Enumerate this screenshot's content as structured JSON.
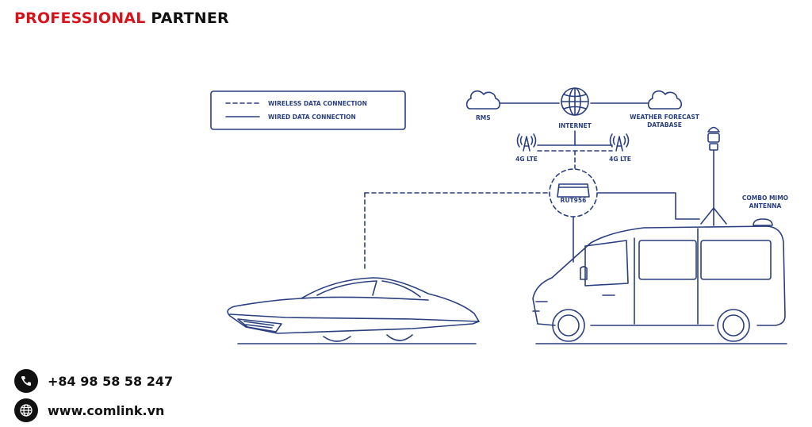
{
  "brand": {
    "accent": "PROFESSIONAL",
    "rest": "PARTNER"
  },
  "legend": {
    "wireless": "WIRELESS DATA CONNECTION",
    "wired": "WIRED DATA CONNECTION"
  },
  "nodes": {
    "rms": "RMS",
    "internet": "INTERNET",
    "weather_line1": "WEATHER FORECAST",
    "weather_line2": "DATABASE",
    "lte_left": "4G LTE",
    "lte_right": "4G LTE",
    "router": "RUT956",
    "antenna_line1": "COMBO MIMO",
    "antenna_line2": "ANTENNA"
  },
  "contact": {
    "phone": "+84 98 58 58 247",
    "website": "www.comlink.vn"
  },
  "colors": {
    "brand_red": "#d7131b",
    "line_blue": "#2a3f7f",
    "text_dark": "#111111"
  }
}
